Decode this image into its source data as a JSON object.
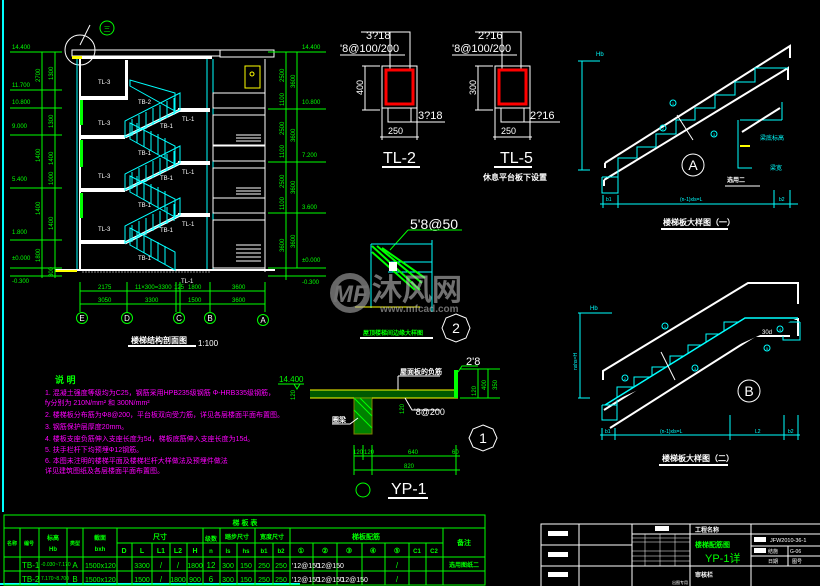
{
  "section": {
    "title": "楼梯结构剖面图",
    "scale": "1:100",
    "detail_ref": "三",
    "elev_left": [
      "14.400",
      "11.700",
      "10.800",
      "9.000",
      "5.400",
      "1.800",
      "±0.000",
      "-0.300"
    ],
    "elev_right": [
      "14.400",
      "10.800",
      "7.200",
      "3.600",
      "±0.000",
      "-0.300"
    ],
    "dims_left": [
      "2700",
      "1300",
      "1300",
      "1400",
      "1400",
      "1000",
      "1400",
      "1400",
      "1800",
      "300"
    ],
    "dims_right": [
      "3600",
      "3600",
      "3600",
      "3600",
      "2500",
      "1100",
      "2500",
      "1100",
      "2500",
      "1100",
      "3600"
    ],
    "dims_row1": [
      "2175",
      "11×300=3300",
      "125",
      "1800",
      "3600"
    ],
    "dims_row2": [
      "3050",
      "3300",
      "1500",
      "3600"
    ],
    "axes": [
      "E",
      "D",
      "C",
      "B",
      "A"
    ],
    "beam_labels": [
      "TL-3",
      "TL-3",
      "TL-3",
      "TL-3",
      "TL-1",
      "TL-1",
      "TL-1",
      "TL-1",
      "TB-2",
      "TB-1",
      "TB-1",
      "TB-1",
      "TB-1",
      "TB-1",
      "TB-1"
    ]
  },
  "beams": {
    "tl2": {
      "top": "3?18",
      "stirrup": "'8@100/200",
      "height": "400",
      "bottom": "3?18",
      "width": "250",
      "title": "TL-2"
    },
    "tl5": {
      "top": "2?16",
      "stirrup": "'8@100/200",
      "height": "300",
      "bottom": "2?16",
      "width": "250",
      "title": "TL-5",
      "note": "休息平台板下设置"
    }
  },
  "detail2": {
    "rebar": "5'8@50",
    "title": "屋顶楼梯间边缘大样图",
    "number": "2"
  },
  "watermark": {
    "brand": "沐风网",
    "url": "www.mfcad.com"
  },
  "yp1": {
    "elevation": "14.400",
    "label_top": "屋面板的负筋",
    "rebar_top": "2'8",
    "rebar_dist": "'8@200",
    "ring_beam": "圈梁",
    "dims": [
      "120",
      "120",
      "640",
      "60",
      "820"
    ],
    "heights": [
      "400",
      "120",
      "350",
      "120",
      "120"
    ],
    "title": "YP-1",
    "number": "1"
  },
  "notes": {
    "title": "说  明",
    "items": [
      "1. 混凝土强度等级均为C25，钢筋采用HPB235级钢筋 Φ-HRB335级钢筋，",
      "   fy分别为 210N/mm² 和 300N/mm²",
      "2. 楼梯板分布筋为Φ8@200，平台板双向受力筋，详见各层楼面平面布置图。",
      "3. 钢筋保护层厚度20mm。",
      "4. 楼板支座负筋伸入支座长度为5d，梯板底筋伸入支座长度为15d。",
      "5. 扶手栏杆下均预埋Φ12钢筋。",
      "6. 本图未注明的楼梯平面及楼梯栏杆大样做法及预埋件做法",
      "   详见建筑图纸及各层楼面平面布置图。"
    ]
  },
  "stair_a": {
    "title": "楼梯板大样图（一）",
    "label": "A",
    "hb": "Hb",
    "dim_b1": "b1",
    "dim_mid": "(n-1)xls=L",
    "dim_b2": "b2",
    "note": "选用二",
    "marks": [
      "1",
      "2",
      "3"
    ],
    "side": [
      "梁底标高",
      "梁宽"
    ]
  },
  "stair_b": {
    "title": "楼梯板大样图（二）",
    "label": "B",
    "hb": "Hb",
    "h_label": "nxhs=H",
    "dim_b1": "b1",
    "dim_mid": "(n-1)xls=L",
    "dim_l2": "L2",
    "dim_b2": "b2",
    "marks": [
      "1",
      "2",
      "3",
      "4",
      "5"
    ],
    "lap": "30d"
  },
  "table": {
    "title": "梯  板  表",
    "headers": {
      "name": "名称",
      "no": "编号",
      "hb": "标高",
      "hb_sub": "Hb",
      "type": "类型",
      "section": "截面",
      "section_sub": "bxh",
      "size": "尺寸",
      "size_cols": [
        "D",
        "L",
        "L1",
        "L2",
        "H"
      ],
      "steps": "级数",
      "steps_sub": "n",
      "tread": "踏步尺寸",
      "tread_cols": [
        "ls",
        "hs"
      ],
      "width": "宽度尺寸",
      "width_cols": [
        "b1",
        "b2"
      ],
      "rebar": "梯板配筋",
      "rebar_cols": [
        "①",
        "②",
        "③",
        "④",
        "⑤",
        "C1",
        "C2"
      ],
      "remark": "备注"
    },
    "rows": [
      {
        "no": "TB-1",
        "hb": "-0.030~7.170",
        "type": "A",
        "section": "1500x120",
        "D": "",
        "L": "3300",
        "L1": "/",
        "L2": "/",
        "H": "1800",
        "n": "12",
        "ls": "300",
        "hs": "150",
        "b1": "250",
        "b2": "250",
        "r1": "'12@150",
        "r2": "'12@150",
        "r3": "",
        "r4": "",
        "r5": "/",
        "c1": "",
        "c2": "",
        "remark": "选用图纸二"
      },
      {
        "no": "TB-2",
        "hb": "7.170~8.700",
        "type": "B",
        "section": "1500x120",
        "D": "",
        "L": "1500",
        "L1": "/",
        "L2": "1800",
        "H": "900",
        "n": "6",
        "ls": "300",
        "hs": "150",
        "b1": "250",
        "b2": "250",
        "r1": "'12@150",
        "r2": "'12@150",
        "r3": "'12@150",
        "r4": "",
        "r5": "/",
        "c1": "",
        "c2": "",
        "remark": ""
      }
    ]
  },
  "title_block": {
    "project_label": "工程名称",
    "drawing_name": "楼梯配筋图",
    "drawing_sub": "YP-1详",
    "drawing_no": "JFW2010-36-1",
    "stage": "结施",
    "sheet": "G-06",
    "date_label": "日期",
    "no_label": "图号",
    "approve": "审核栏",
    "seal": "出图专用"
  }
}
